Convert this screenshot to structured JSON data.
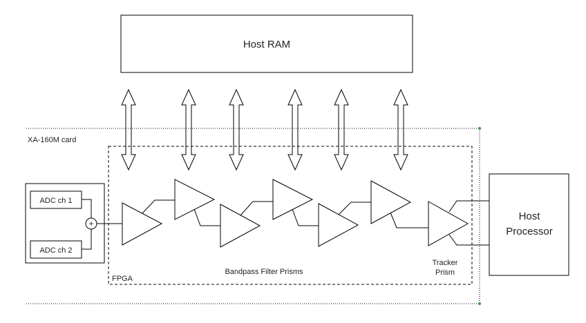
{
  "host_ram": {
    "label": "Host RAM"
  },
  "card": {
    "label": "XA-160M card"
  },
  "fpga": {
    "label": "FPGA"
  },
  "adc": {
    "channel_1": "ADC ch 1",
    "channel_2": "ADC ch 2",
    "summer": "+"
  },
  "filter_prisms": {
    "label": "Bandpass Filter Prisms"
  },
  "tracker_prism": {
    "line1": "Tracker",
    "line2": "Prism"
  },
  "host_processor": {
    "line1": "Host",
    "line2": "Processor"
  },
  "colors": {
    "stroke": "#000000",
    "card_corner_dot": "#3a9a3a"
  }
}
